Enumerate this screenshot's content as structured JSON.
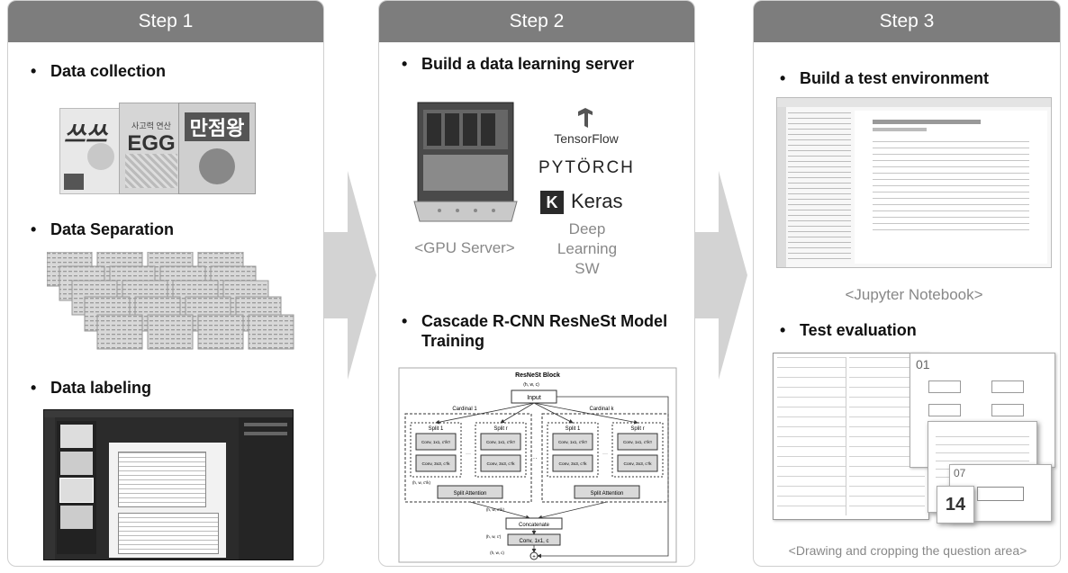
{
  "steps": [
    {
      "header": "Step 1",
      "items": [
        "Data collection",
        "Data Separation",
        "Data labeling"
      ],
      "book_covers": [
        "쓰쓰",
        "EGG",
        "만점왕"
      ],
      "book_subtitle": "사고력 연산"
    },
    {
      "header": "Step 2",
      "items": [
        "Build a data learning server",
        "Cascade R-CNN ResNeSt Model Training"
      ],
      "gpu_caption": "<GPU Server>",
      "sw_logos": [
        "TensorFlow",
        "PYTÖRCH",
        "Keras"
      ],
      "sw_caption": "Deep Learning SW",
      "diagram": {
        "title": "ResNeSt Block",
        "input_label": "Input",
        "in_shape": "(h, w, c)",
        "cardinal_left": "Cardinal 1",
        "cardinal_right": "Cardinal k",
        "splits": [
          "Split 1",
          "Split r",
          "Split 1",
          "Split r"
        ],
        "conv1_labels": [
          "Conv, 1x1, c'/k'r",
          "Conv, 1x1, c'/k'r",
          "Conv, 1x1, c'/k'r",
          "Conv, 1x1, c'/k'r"
        ],
        "conv2_labels": [
          "Conv, 3x3, c'/k",
          "Conv, 3x3, c'/k",
          "Conv, 3x3, c'/k",
          "Conv, 3x3, c'/k"
        ],
        "split_attention": "Split Attention",
        "concatenate": "Concatenate",
        "conv_final": "Conv, 1x1, c",
        "shape_hwk": "(h, w, c'/k)",
        "shape_hwc": "(h, w, c')",
        "shape_out": "(h, w, c)"
      }
    },
    {
      "header": "Step 3",
      "items": [
        "Build a test environment",
        "Test evaluation"
      ],
      "jupyter_caption": "<Jupyter Notebook>",
      "eval_caption": "<Drawing and cropping the question area>",
      "eval_page_number": "14",
      "eval_question_number": "01",
      "eval_question_number2": "07"
    }
  ]
}
